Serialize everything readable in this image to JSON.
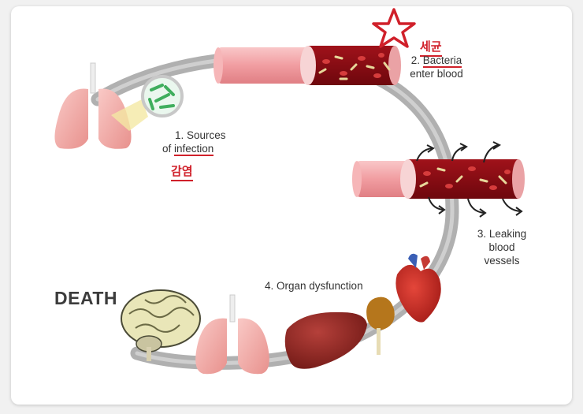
{
  "labels": {
    "step1_line1": "1. Sources",
    "step1_line2_prefix": "of ",
    "step1_line2_keyword": "infection",
    "step2_prefix": "2. ",
    "step2_keyword": "Bacteria",
    "step2_line2": "enter blood",
    "step3_line1": "3. Leaking",
    "step3_line2": "blood",
    "step3_line3": "vessels",
    "step4": "4. Organ dysfunction",
    "death": "DEATH"
  },
  "annotations": {
    "infection_korean": "감염",
    "bacteria_korean": "세균"
  },
  "colors": {
    "annotation": "#d0202a",
    "cycle_arc": "#a9a9a9",
    "vessel_outer": "#f4a3a6",
    "blood": "#8c0d14",
    "label_text": "#333333"
  },
  "icons": [
    "lungs-icon",
    "bacteria-magnifier-icon",
    "star-icon",
    "blood-vessel-icon",
    "leak-arrow-icon",
    "brain-icon",
    "liver-icon",
    "kidney-icon",
    "heart-icon"
  ]
}
